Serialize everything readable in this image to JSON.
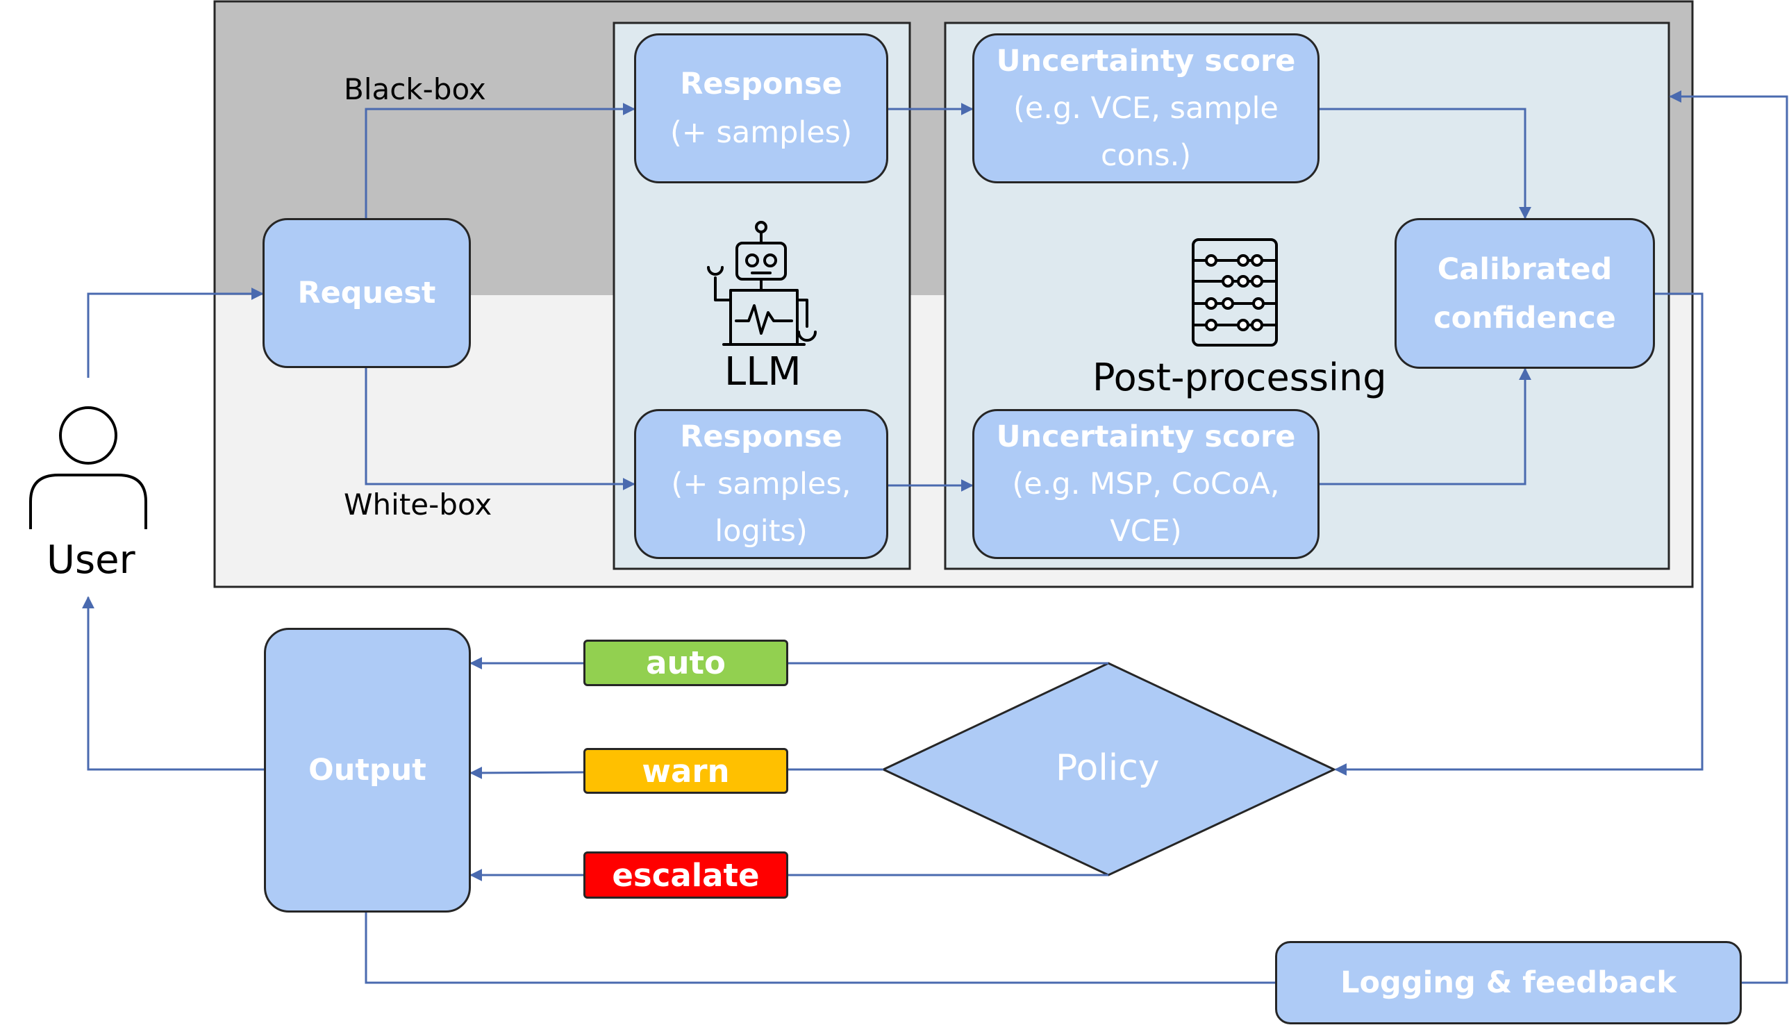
{
  "edges": {
    "black_box": "Black-box",
    "white_box": "White-box"
  },
  "user": {
    "label": "User"
  },
  "request": {
    "label": "Request"
  },
  "llm": {
    "label": "LLM",
    "response_top": {
      "title": "Response",
      "detail": "(+ samples)"
    },
    "response_bottom": {
      "title": "Response",
      "detail": "(+ samples, logits)"
    }
  },
  "post_processing": {
    "label": "Post-processing",
    "uncertainty_top": {
      "title": "Uncertainty score",
      "detail": "(e.g. VCE, sample cons.)"
    },
    "uncertainty_bottom": {
      "title": "Uncertainty score",
      "detail": "(e.g. MSP, CoCoA, VCE)"
    },
    "calibrated": {
      "label": "Calibrated confidence"
    }
  },
  "policy": {
    "label": "Policy"
  },
  "actions": [
    {
      "label": "auto",
      "color": "#92d050"
    },
    {
      "label": "warn",
      "color": "#ffc000"
    },
    {
      "label": "escalate",
      "color": "#ff0000"
    }
  ],
  "output": {
    "label": "Output"
  },
  "logging": {
    "label": "Logging & feedback"
  },
  "colors": {
    "box_fill": "#aecbf6",
    "panel_fill": "#dee9ef",
    "blackbox_region": "#bfbfbf",
    "whitebox_region": "#f2f2f2",
    "arrow": "#4a6aaf"
  }
}
